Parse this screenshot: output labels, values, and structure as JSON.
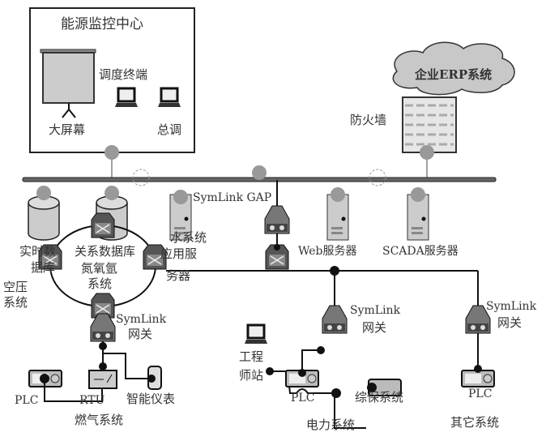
{
  "control_center": {
    "title": "能源监控中心",
    "screen_label": "大屏幕",
    "terminal_label": "调度终端",
    "chief_label": "总调"
  },
  "erp": {
    "label": "企业ERP系统"
  },
  "firewall": {
    "label": "防火墙"
  },
  "servers": {
    "realtime_db": [
      "实时数",
      "据库"
    ],
    "relational_db": "关系数据库",
    "app_server": [
      "应用服",
      "务器"
    ],
    "gap": "SymLink GAP",
    "web_server": "Web服务器",
    "scada_server": "SCADA服务器"
  },
  "ring": {
    "center": [
      "氮氧氩",
      "系统"
    ],
    "left": [
      "空压",
      "系统"
    ],
    "right": "水系统"
  },
  "gas": {
    "gateway": [
      "SymLink",
      "网关"
    ],
    "plc": "PLC",
    "rtu": "RTU",
    "meter": "智能仪表",
    "title": "燃气系统"
  },
  "power": {
    "gateway": [
      "SymLink",
      "网关"
    ],
    "station": [
      "工程",
      "师站"
    ],
    "plc": "PLC",
    "protection": "综保系统",
    "title": "电力系统"
  },
  "other": {
    "gateway": [
      "SymLink",
      "网关"
    ],
    "plc": "PLC",
    "title": "其它系统"
  },
  "colors": {
    "device": "#8a8a8a",
    "node": "#999999",
    "line": "#111111",
    "cloud": "#c8c8c8"
  }
}
